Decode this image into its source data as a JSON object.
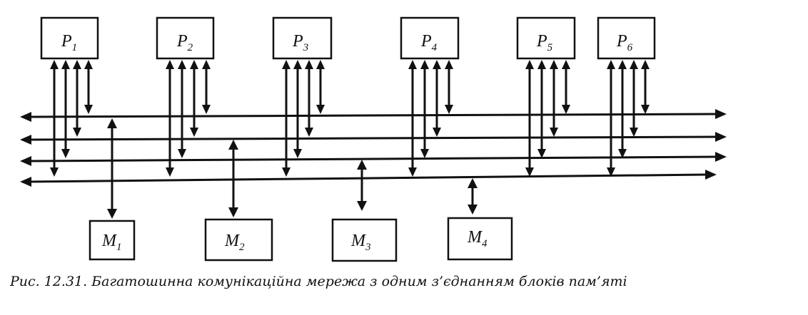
{
  "processors": [
    {
      "letter": "P",
      "index": "1"
    },
    {
      "letter": "P",
      "index": "2"
    },
    {
      "letter": "P",
      "index": "3"
    },
    {
      "letter": "P",
      "index": "4"
    },
    {
      "letter": "P",
      "index": "5"
    },
    {
      "letter": "P",
      "index": "6"
    }
  ],
  "memories": [
    {
      "letter": "M",
      "index": "1"
    },
    {
      "letter": "M",
      "index": "2"
    },
    {
      "letter": "M",
      "index": "3"
    },
    {
      "letter": "M",
      "index": "4"
    }
  ],
  "bus_count": 4,
  "caption": "Рис. 12.31. Багатошинна комунікаційна мережа з одним з’єднанням блоків пам’яті"
}
